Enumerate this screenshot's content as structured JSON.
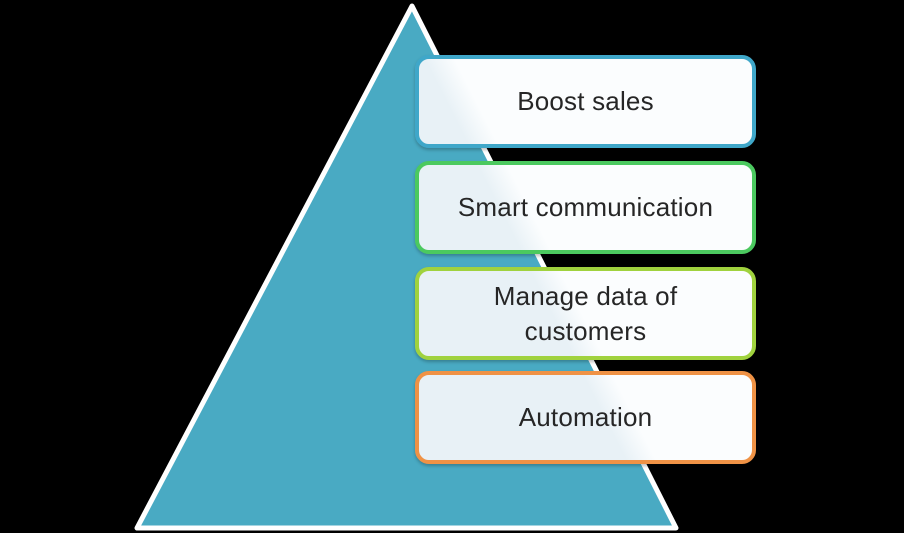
{
  "canvas": {
    "background_color": "#000000"
  },
  "pyramid": {
    "fill_color": "#49AAC3",
    "outline_color": "#FFFFFF"
  },
  "list": {
    "text_color": "#262626",
    "items": [
      {
        "label": "Boost sales",
        "border_color": "#3FA7C9"
      },
      {
        "label": "Smart communication",
        "border_color": "#4BC95F"
      },
      {
        "label": "Manage data of customers",
        "border_color": "#A0D23E"
      },
      {
        "label": "Automation",
        "border_color": "#EF9245"
      }
    ]
  }
}
